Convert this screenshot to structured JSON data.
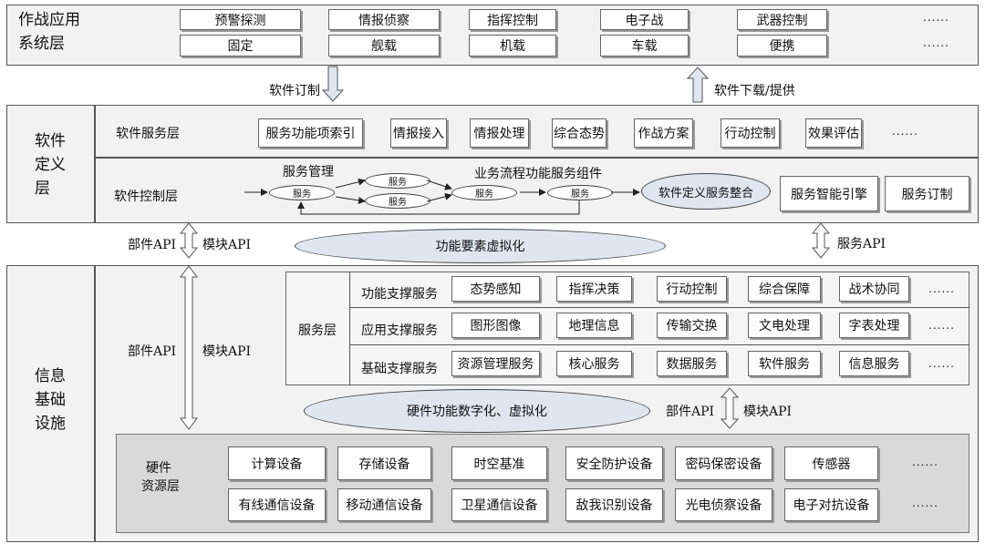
{
  "app_layer": {
    "title": "作战应用系统层",
    "title_lines": [
      "作战应用",
      "系统层"
    ],
    "row1": [
      "预警探测",
      "情报侦察",
      "指挥控制",
      "电子战",
      "武器控制"
    ],
    "row2": [
      "固定",
      "舰载",
      "机载",
      "车载",
      "便携"
    ],
    "more": "......"
  },
  "arrows": {
    "customize": "软件订制",
    "download": "软件下载/提供",
    "part_api": "部件API",
    "module_api": "模块API",
    "service_api": "服务API"
  },
  "sd_layer": {
    "title_lines": [
      "软件",
      "定义",
      "层"
    ],
    "service_layer": {
      "label": "软件服务层",
      "items": [
        "服务功能项索引",
        "情报接入",
        "情报处理",
        "综合态势",
        "作战方案",
        "行动控制",
        "效果评估"
      ],
      "more": "......"
    },
    "control_layer": {
      "label": "软件控制层",
      "service_mgmt": "服务管理",
      "workflow": "业务流程功能服务组件",
      "node": "服务",
      "integration": "软件定义服务整合",
      "engine": "服务智能引擎",
      "customize": "服务订制"
    }
  },
  "virtualization": {
    "function": "功能要素虚拟化",
    "hardware": "硬件功能数字化、虚拟化"
  },
  "infra": {
    "title_lines": [
      "信息",
      "基础",
      "设施"
    ],
    "service_layer": {
      "label": "服务层",
      "rows": [
        {
          "label": "功能支撑服务",
          "items": [
            "态势感知",
            "指挥决策",
            "行动控制",
            "综合保障",
            "战术协同"
          ]
        },
        {
          "label": "应用支撑服务",
          "items": [
            "图形图像",
            "地理信息",
            "传输交换",
            "文电处理",
            "字表处理"
          ]
        },
        {
          "label": "基础支撑服务",
          "items": [
            "资源管理服务",
            "核心服务",
            "数据服务",
            "软件服务",
            "信息服务"
          ]
        }
      ],
      "more": "......"
    },
    "hardware": {
      "label_lines": [
        "硬件",
        "资源层"
      ],
      "row1": [
        "计算设备",
        "存储设备",
        "时空基准",
        "安全防护设备",
        "密码保密设备",
        "传感器"
      ],
      "row2": [
        "有线通信设备",
        "移动通信设备",
        "卫星通信设备",
        "敌我识别设备",
        "光电侦察设备",
        "电子对抗设备"
      ],
      "more": "......"
    }
  }
}
